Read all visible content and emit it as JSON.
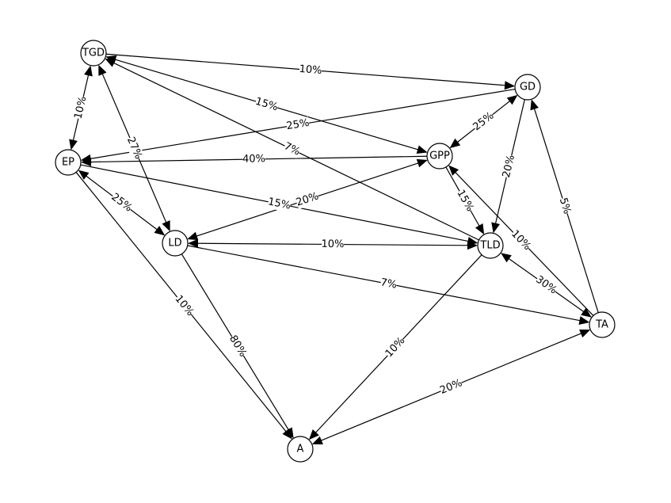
{
  "diagram": {
    "type": "directed-graph",
    "colors": {
      "node_fill": "#ffffff",
      "stroke": "#000000",
      "text": "#000000"
    },
    "nodes": [
      {
        "id": "TGD",
        "label": "TGD"
      },
      {
        "id": "GD",
        "label": "GD"
      },
      {
        "id": "EP",
        "label": "EP"
      },
      {
        "id": "GPP",
        "label": "GPP"
      },
      {
        "id": "LD",
        "label": "LD"
      },
      {
        "id": "TLD",
        "label": "TLD"
      },
      {
        "id": "TA",
        "label": "TA"
      },
      {
        "id": "A",
        "label": "A"
      }
    ],
    "edges": [
      {
        "from": "TGD",
        "to": "GD",
        "label": "10%",
        "bidirectional": false
      },
      {
        "from": "TGD",
        "to": "GPP",
        "label": "15%",
        "bidirectional": true
      },
      {
        "from": "TGD",
        "to": "EP",
        "label": "10%",
        "bidirectional": true
      },
      {
        "from": "TGD",
        "to": "LD",
        "label": "27%",
        "bidirectional": true
      },
      {
        "from": "TLD",
        "to": "TGD",
        "label": "7%",
        "bidirectional": false
      },
      {
        "from": "GD",
        "to": "EP",
        "label": "25%",
        "bidirectional": false
      },
      {
        "from": "GD",
        "to": "GPP",
        "label": "25%",
        "bidirectional": true
      },
      {
        "from": "GD",
        "to": "TLD",
        "label": "20%",
        "bidirectional": false
      },
      {
        "from": "TA",
        "to": "GD",
        "label": "5%",
        "bidirectional": false
      },
      {
        "from": "GPP",
        "to": "EP",
        "label": "40%",
        "bidirectional": false
      },
      {
        "from": "GPP",
        "to": "LD",
        "label": "20%",
        "bidirectional": true
      },
      {
        "from": "GPP",
        "to": "TLD",
        "label": "15%",
        "bidirectional": false
      },
      {
        "from": "TA",
        "to": "GPP",
        "label": "10%",
        "bidirectional": false
      },
      {
        "from": "EP",
        "to": "LD",
        "label": "25%",
        "bidirectional": true
      },
      {
        "from": "EP",
        "to": "TLD",
        "label": "15%",
        "bidirectional": false
      },
      {
        "from": "EP",
        "to": "A",
        "label": "10%",
        "bidirectional": false
      },
      {
        "from": "LD",
        "to": "TLD",
        "label": "10%",
        "bidirectional": true
      },
      {
        "from": "LD",
        "to": "TA",
        "label": "7%",
        "bidirectional": false
      },
      {
        "from": "LD",
        "to": "A",
        "label": "80%",
        "bidirectional": false
      },
      {
        "from": "TLD",
        "to": "TA",
        "label": "30%",
        "bidirectional": true
      },
      {
        "from": "TLD",
        "to": "A",
        "label": "10%",
        "bidirectional": false
      },
      {
        "from": "A",
        "to": "TA",
        "label": "20%",
        "bidirectional": true
      }
    ]
  }
}
